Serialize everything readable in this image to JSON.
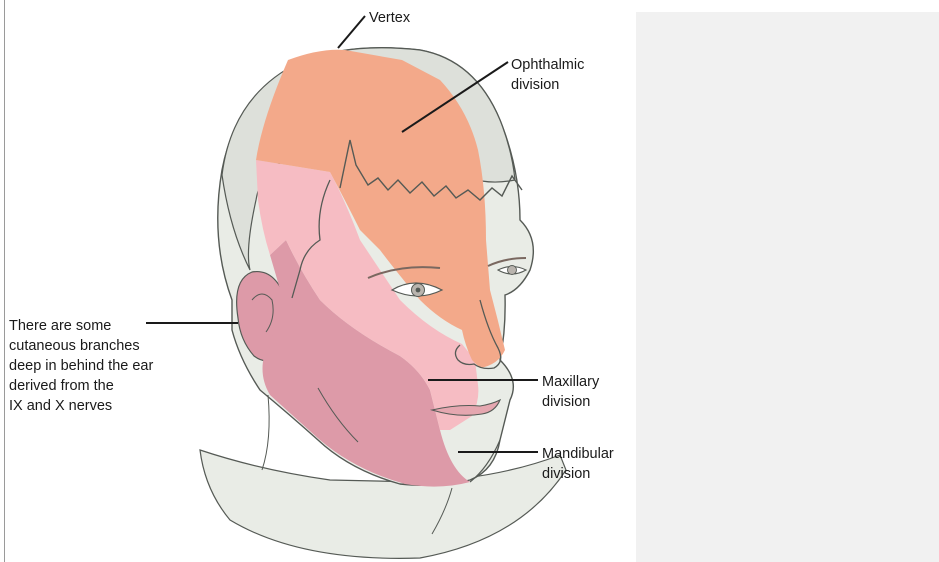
{
  "figure": {
    "labels": {
      "vertex": "Vertex",
      "ophthalmic": [
        "Ophthalmic",
        "division"
      ],
      "maxillary": [
        "Maxillary",
        "division"
      ],
      "mandibular": [
        "Mandibular",
        "division"
      ],
      "ear_note": [
        "There are some",
        "cutaneous branches",
        "deep in behind the ear",
        "derived from the",
        "IX and X nerves"
      ]
    },
    "colors": {
      "skin": "#e9ece6",
      "hair": "#dde0da",
      "ophthalmic": "#f3a98a",
      "maxillary": "#f6bcc3",
      "mandibular": "#dd9aa8",
      "outline": "#555a55",
      "leader": "#1a1a1a",
      "side_panel": "#f1f1f1"
    }
  }
}
